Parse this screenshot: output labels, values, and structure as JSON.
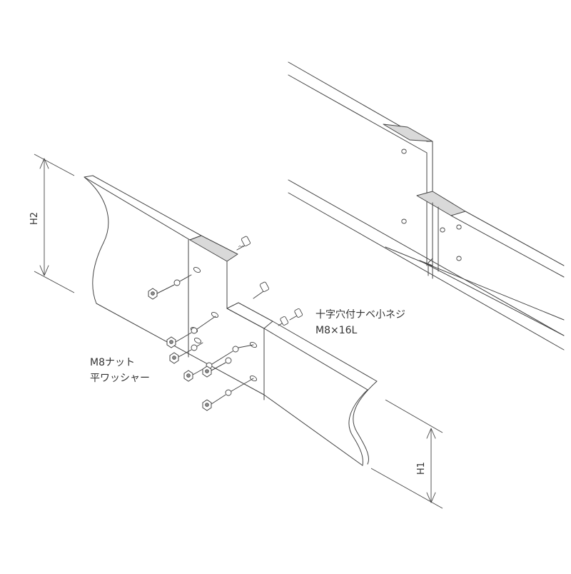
{
  "labels": {
    "screw_name": "十字穴付ナベ小ネジ",
    "screw_size": "M8×16L",
    "nut_name": "M8ナット",
    "washer_name": "平ワッシャー",
    "dim_h2": "H2",
    "dim_h1": "H1"
  },
  "colors": {
    "line": "#444444",
    "shade": "#d9d9d9",
    "text": "#333333"
  }
}
